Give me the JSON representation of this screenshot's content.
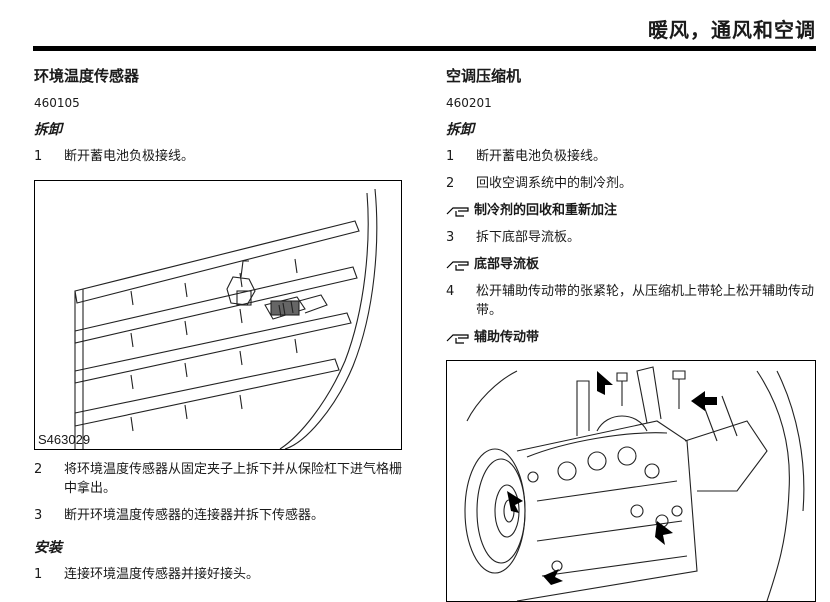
{
  "header": {
    "title": "暖风，通风和空调"
  },
  "left": {
    "title": "环境温度传感器",
    "code": "460105",
    "removal_heading": "拆卸",
    "removal_steps": [
      {
        "num": "1",
        "text": "断开蓄电池负极接线。"
      },
      {
        "num": "2",
        "text": "将环境温度传感器从固定夹子上拆下并从保险杠下进气格栅中拿出。"
      },
      {
        "num": "3",
        "text": "断开环境温度传感器的连接器并拆下传感器。"
      }
    ],
    "figure_label": "S463029",
    "install_heading": "安装",
    "install_steps": [
      {
        "num": "1",
        "text": "连接环境温度传感器并接好接头。"
      }
    ]
  },
  "right": {
    "title": "空调压缩机",
    "code": "460201",
    "removal_heading": "拆卸",
    "steps": [
      {
        "num": "1",
        "text": "断开蓄电池负极接线。"
      },
      {
        "num": "2",
        "text": "回收空调系统中的制冷剂。"
      },
      {
        "num": "3",
        "text": "拆下底部导流板。"
      },
      {
        "num": "4",
        "text": "松开辅助传动带的张紧轮，从压缩机上带轮上松开辅助传动带。"
      }
    ],
    "refs": [
      "制冷剂的回收和重新加注",
      "底部导流板",
      "辅助传动带"
    ]
  }
}
